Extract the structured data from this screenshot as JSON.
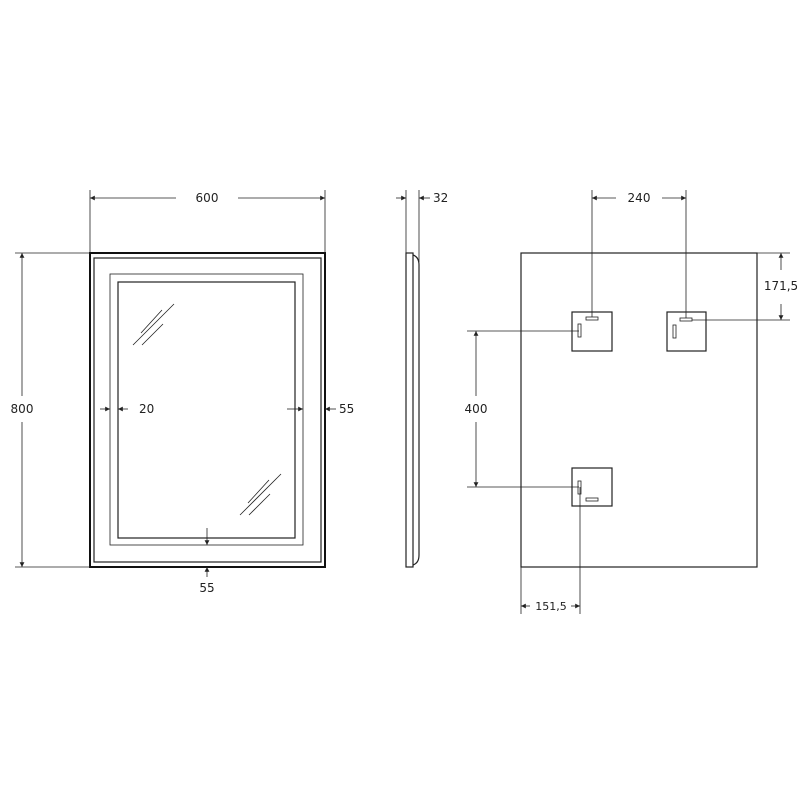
{
  "front_view": {
    "width_label": "600",
    "height_label": "800",
    "inner_gap_label": "20",
    "side_margin_label": "55",
    "bottom_margin_label": "55"
  },
  "side_view": {
    "depth_label": "32"
  },
  "back_view": {
    "bracket_spacing_label": "240",
    "top_offset_label": "171,5",
    "vertical_spacing_label": "400",
    "left_offset_label": "151,5"
  },
  "colors": {
    "line": "#222222",
    "background": "#ffffff"
  }
}
